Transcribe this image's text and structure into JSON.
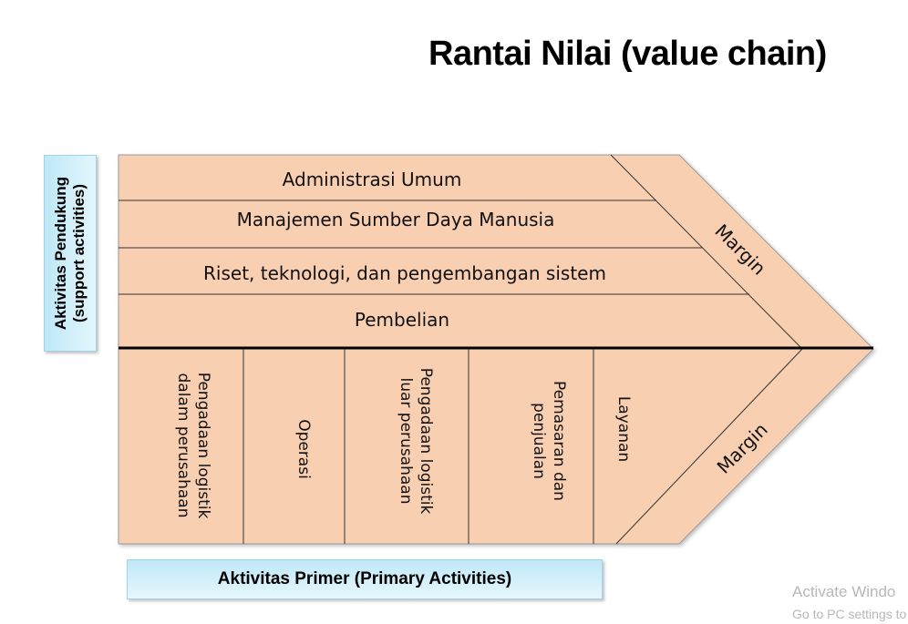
{
  "title": "Rantai Nilai (value chain)",
  "support_activities": {
    "label_line1": "Aktivitas Pendukung",
    "label_line2": "(support activities)",
    "rows": [
      "Administrasi Umum",
      "Manajemen Sumber Daya Manusia",
      "Riset, teknologi, dan pengembangan sistem",
      "Pembelian"
    ]
  },
  "primary_activities": {
    "label": "Aktivitas Primer (Primary Activities)",
    "columns": [
      {
        "line1": "Pengadaan logistik",
        "line2": "dalam perusahaan"
      },
      {
        "line1": "Operasi",
        "line2": ""
      },
      {
        "line1": "Pengadaan logistik",
        "line2": "luar perusahaan"
      },
      {
        "line1": "Pemasaran dan",
        "line2": "penjualan"
      },
      {
        "line1": "Layanan",
        "line2": ""
      }
    ]
  },
  "margin_top": "Margin",
  "margin_bottom": "Margin",
  "fill_color": "#f9cfb2",
  "label_color": "#c6ebf8",
  "watermark": {
    "line1": "Activate Windo",
    "line2": "Go to PC settings to"
  }
}
